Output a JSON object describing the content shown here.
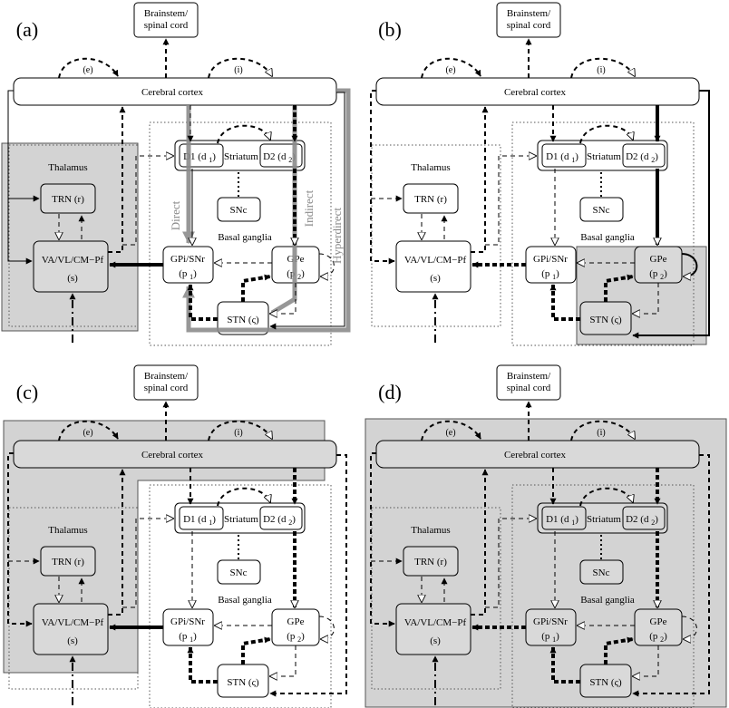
{
  "panels": [
    {
      "id": "a",
      "label": "(a)"
    },
    {
      "id": "b",
      "label": "(b)"
    },
    {
      "id": "c",
      "label": "(c)"
    },
    {
      "id": "d",
      "label": "(d)"
    }
  ],
  "nodes": {
    "brainstem_line1": "Brainstem/",
    "brainstem_line2": "spinal cord",
    "cortex": "Cerebral cortex",
    "excitatory_loop": "(e)",
    "inhibitory_loop": "(i)",
    "thalamus": "Thalamus",
    "trn": "TRN  (r)",
    "thalamic_nuclei": "VA/VL/CM−Pf",
    "thalamic_nuclei_var": "(s)",
    "d1": "D1 (d",
    "d1_sub": "1",
    "striatum": "Striatum",
    "d2": "D2 (d",
    "d2_sub": "2",
    "snc": "SNc",
    "basal_ganglia": "Basal ganglia",
    "gpi": "GPi/SNr",
    "gpi_var": "(p",
    "gpi_sub": "1",
    "gpe": "GPe",
    "gpe_var": "(p",
    "gpe_sub": "2",
    "stn": "STN  (ς)"
  },
  "pathways": {
    "direct": "Direct",
    "indirect": "Indirect",
    "hyperdirect": "Hyperdirect"
  },
  "colors": {
    "shaded_region": "#d3d3d3",
    "pathway_highlight": "#8c8c8c"
  }
}
